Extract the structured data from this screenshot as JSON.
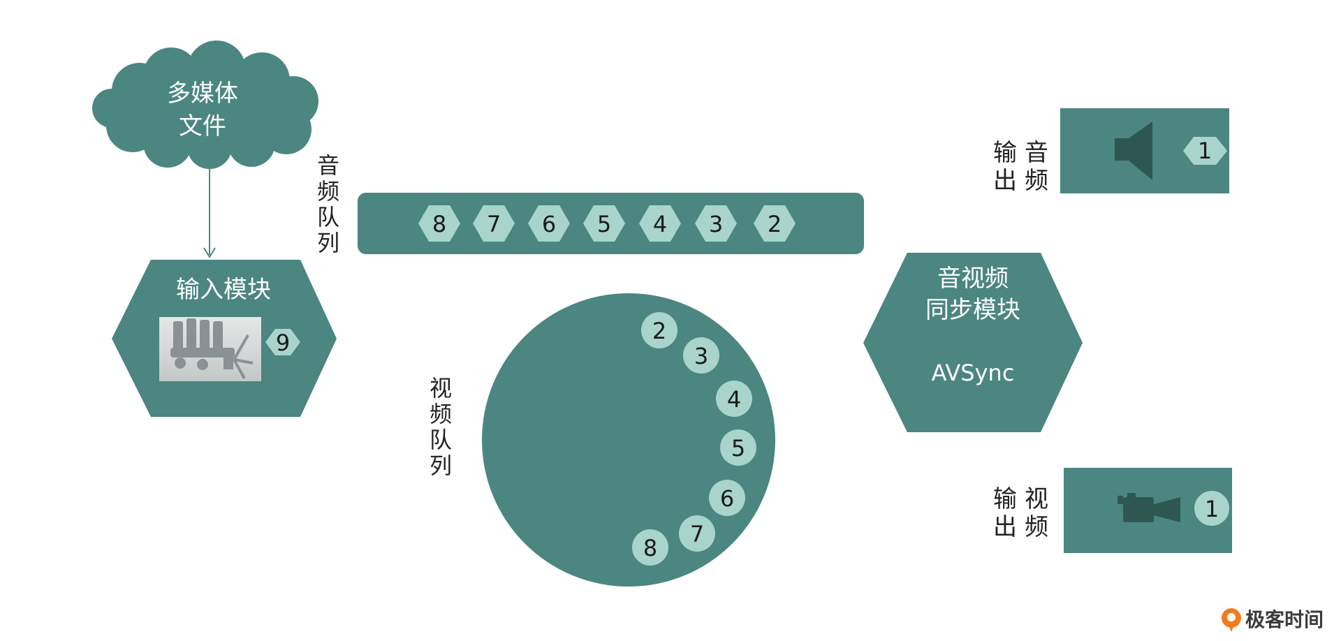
{
  "colors": {
    "primary": "#4b8680",
    "chip": "#a8d4cb",
    "dark_icon": "#2f5752",
    "logo_orange": "#f07c22"
  },
  "cloud": {
    "line1": "多媒体",
    "line2": "文件"
  },
  "input_module": {
    "title": "输入模块",
    "badge": "9"
  },
  "audio_queue": {
    "label": [
      "音",
      "频",
      "队",
      "列"
    ],
    "items": [
      "8",
      "7",
      "6",
      "5",
      "4",
      "3",
      "2"
    ]
  },
  "video_queue": {
    "label": [
      "视",
      "频",
      "队",
      "列"
    ],
    "items": [
      "2",
      "3",
      "4",
      "5",
      "6",
      "7",
      "8"
    ]
  },
  "sync_module": {
    "line1": "音视频",
    "line2": "同步模块",
    "line3": "AVSync"
  },
  "audio_output": {
    "label_col1": [
      "输",
      "出"
    ],
    "label_col2": [
      "音",
      "频"
    ],
    "icon": "speaker-icon",
    "badge": "1"
  },
  "video_output": {
    "label_col1": [
      "输",
      "出"
    ],
    "label_col2": [
      "视",
      "频"
    ],
    "icon": "video-camera-icon",
    "badge": "1"
  },
  "logo": {
    "text": "极客时间"
  }
}
